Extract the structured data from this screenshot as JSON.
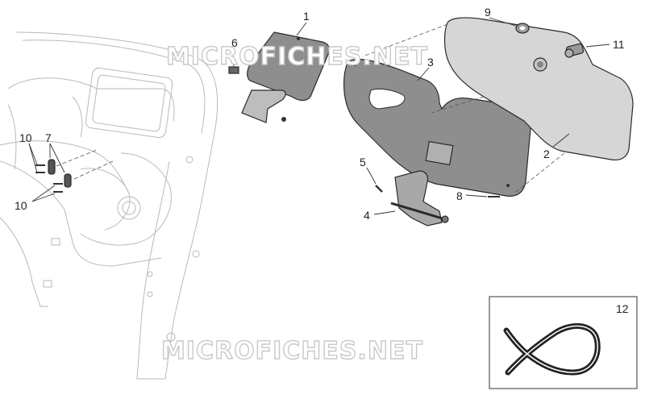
{
  "watermark": "MICROFICHES.NET",
  "callouts": {
    "p1": "1",
    "p2": "2",
    "p3": "3",
    "p4": "4",
    "p5": "5",
    "p6": "6",
    "p7": "7",
    "p8": "8",
    "p9": "9",
    "p10a": "10",
    "p10b": "10",
    "p11": "11",
    "p12": "12"
  },
  "colors": {
    "panel_dark": "#8e8e8e",
    "panel_light": "#d6d6d6",
    "ghost_line": "#b9b9b9",
    "frame_border": "#555555"
  }
}
